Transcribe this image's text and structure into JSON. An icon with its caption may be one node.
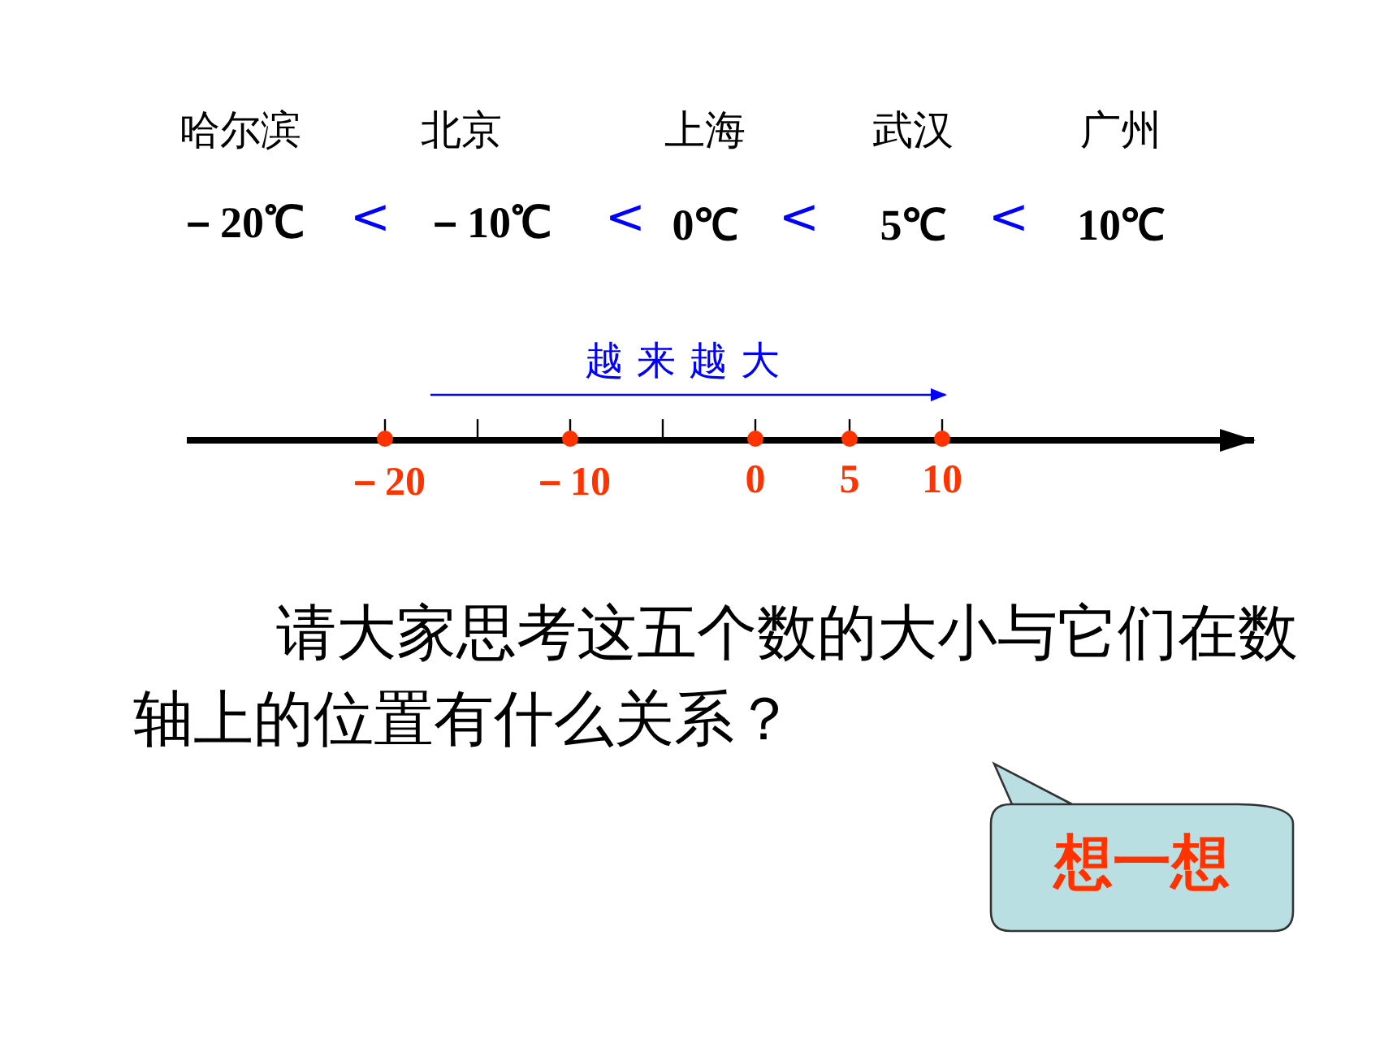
{
  "diagram": {
    "nodes": [
      {
        "text": [
          "想一想"
        ]
      }
    ],
    "edges": [],
    "labels": [
      "哈尔滨",
      "北京",
      "上海",
      "武汉",
      "广州",
      "－20℃",
      "<",
      "－10℃",
      "<",
      "0℃",
      "<",
      "5℃",
      "<",
      "10℃",
      "越来越大",
      "－20",
      "－10",
      "0",
      "5",
      "10",
      "请大家思考这五个数的大小与它们在数轴上的位置有什么关系？"
    ]
  }
}
